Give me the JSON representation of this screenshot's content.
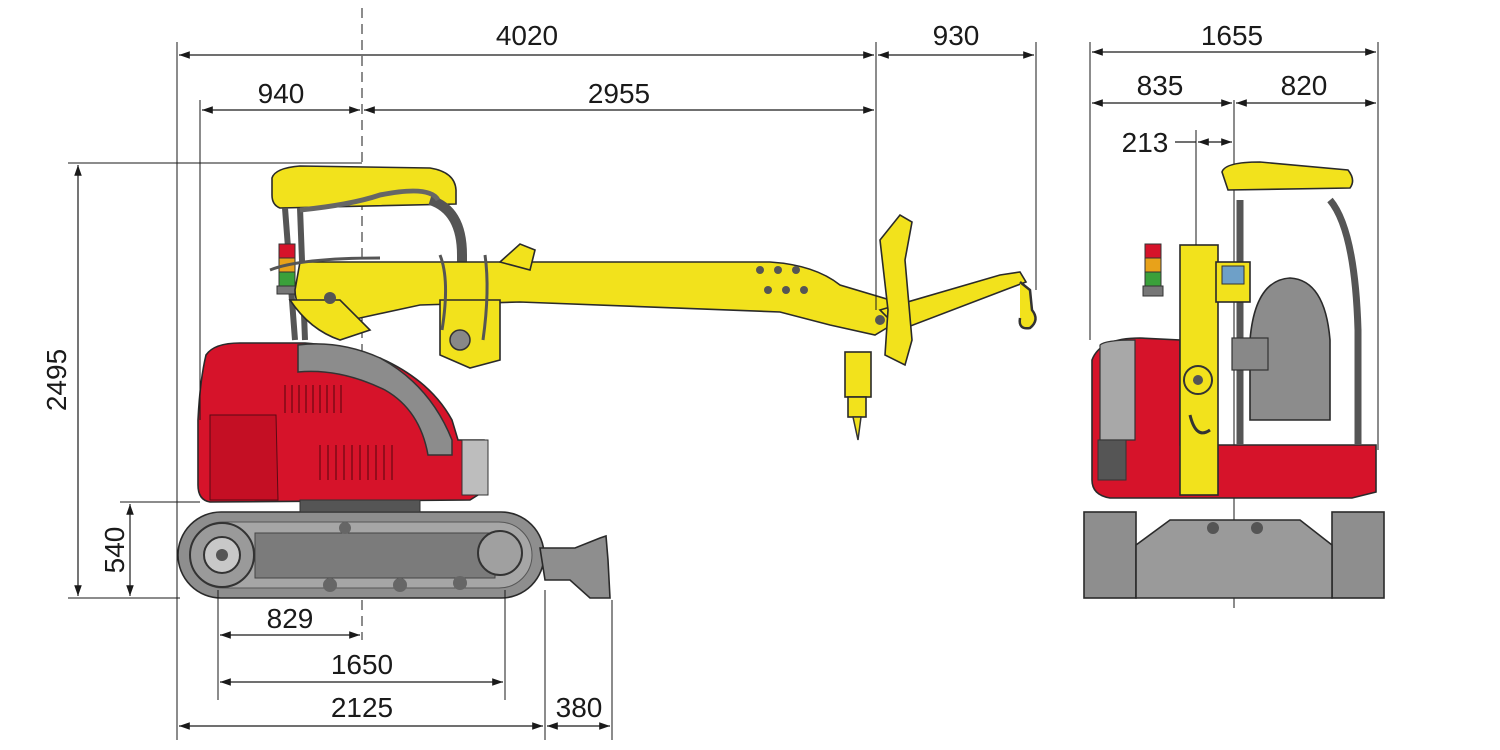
{
  "dimensions": {
    "side_total_reach": "4020",
    "side_jib_extension": "930",
    "side_rear_to_center": "940",
    "side_center_to_boom_tip": "2955",
    "side_overall_height": "2495",
    "side_track_height": "540",
    "side_sprocket_to_center": "829",
    "side_tumbler_distance": "1650",
    "side_track_length": "2125",
    "side_blade_length": "380",
    "front_overall_width": "1655",
    "front_left_of_center": "835",
    "front_right_of_center": "820",
    "front_boom_offset": "213"
  },
  "colors": {
    "boom_yellow": "#f2e21c",
    "body_red": "#d6132a",
    "track_gray": "#8e8e8e",
    "frame_gray": "#6e6e6e",
    "light_gray": "#bdbdbd",
    "beacon_red": "#d6132a",
    "beacon_orange": "#e8a21a",
    "beacon_green": "#3aa03a"
  }
}
